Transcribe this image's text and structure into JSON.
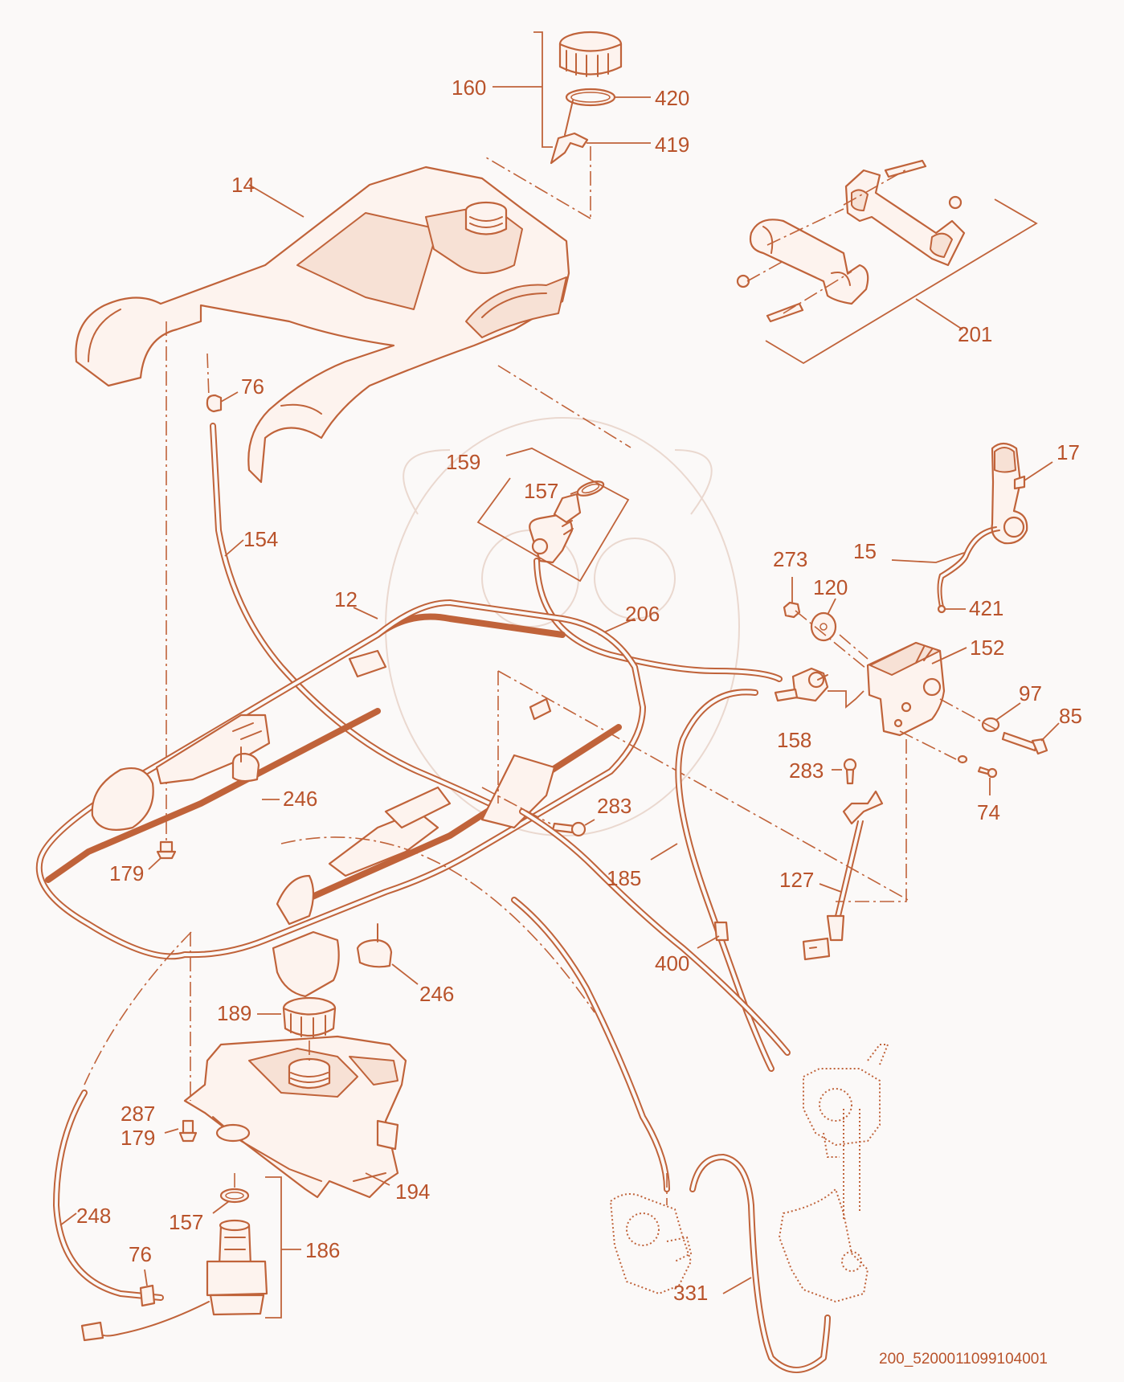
{
  "labels": {
    "l160": "160",
    "l420": "420",
    "l419": "419",
    "l14": "14",
    "l201": "201",
    "l76a": "76",
    "l17": "17",
    "l159": "159",
    "l157a": "157",
    "l154": "154",
    "l273": "273",
    "l120": "120",
    "l15": "15",
    "l421": "421",
    "l12": "12",
    "l206": "206",
    "l152": "152",
    "l97": "97",
    "l85": "85",
    "l158": "158",
    "l283a": "283",
    "l74": "74",
    "l246a": "246",
    "l283b": "283",
    "l179a": "179",
    "l185": "185",
    "l127": "127",
    "l400": "400",
    "l246b": "246",
    "l189": "189",
    "l287": "287",
    "l179b": "179",
    "l194": "194",
    "l248": "248",
    "l157b": "157",
    "l186": "186",
    "l76b": "76",
    "l331": "331"
  },
  "drawing_ref": "200_5200011099104001",
  "colors": {
    "line": "#c0633a",
    "text": "#b9532b",
    "fill": "#fdf3ee",
    "background": "#fbf9f8"
  }
}
